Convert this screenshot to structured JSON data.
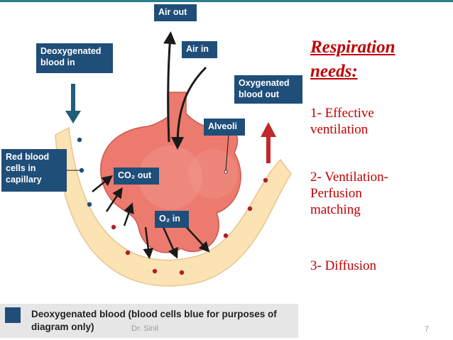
{
  "labels": {
    "air_out": "Air out",
    "air_in": "Air in",
    "deoxygenated_in": "Deoxygenated\nblood in",
    "oxygenated_out": "Oxygenated\nblood out",
    "alveoli": "Alveoli",
    "red_blood_cells": "Red blood\ncells in\ncapillary",
    "co2_out": "CO₂ out",
    "o2_in": "O₂ in"
  },
  "colors": {
    "label_bg": "#1f4e79",
    "alveoli": "#ec7a6e",
    "capillary": "#fbe3b4",
    "red_cell": "#b51b2c",
    "blue_cell": "#1f4e79",
    "arrow_red": "#c0282c",
    "arrow_blue": "#1f5f7a",
    "text_red": "#c00000"
  },
  "right_panel": {
    "title": "Respiration\nneeds:",
    "items": [
      "1- Effective\nventilation",
      "2- Ventilation-\nPerfusion\nmatching",
      "3- Diffusion"
    ]
  },
  "footer": {
    "legend_text": "Deoxygenated blood (blood cells blue for purposes of\ndiagram only)",
    "slide_meta": "Dr. Sinil"
  },
  "page_number": "7"
}
